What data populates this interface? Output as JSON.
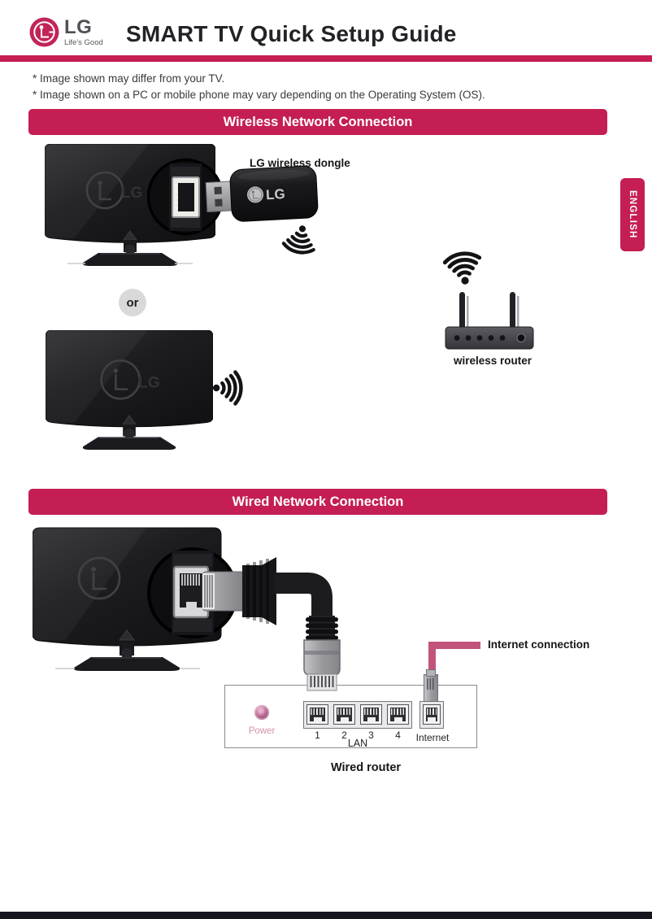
{
  "page": {
    "accent_color": "#c41e53",
    "background_color": "#ffffff",
    "footer_bar_color": "#16161e"
  },
  "header": {
    "brand": "LG",
    "tagline": "Life's Good",
    "title": "SMART TV Quick Setup Guide"
  },
  "notes": [
    "* Image shown may differ from your TV.",
    "* Image shown on a PC or mobile phone may vary depending on the Operating System (OS)."
  ],
  "language_tab": "ENGLISH",
  "sections": {
    "wireless": {
      "title": "Wireless Network Connection",
      "dongle_label": "LG wireless dongle",
      "dongle_brand": "LG",
      "or_label": "or",
      "router_label": "wireless router"
    },
    "wired": {
      "title": "Wired Network Connection",
      "internet_connection_label": "Internet connection",
      "power_label": "Power",
      "lan_ports": [
        "1",
        "2",
        "3",
        "4"
      ],
      "lan_label": "LAN",
      "internet_port_label": "Internet",
      "router_label": "Wired router"
    }
  }
}
